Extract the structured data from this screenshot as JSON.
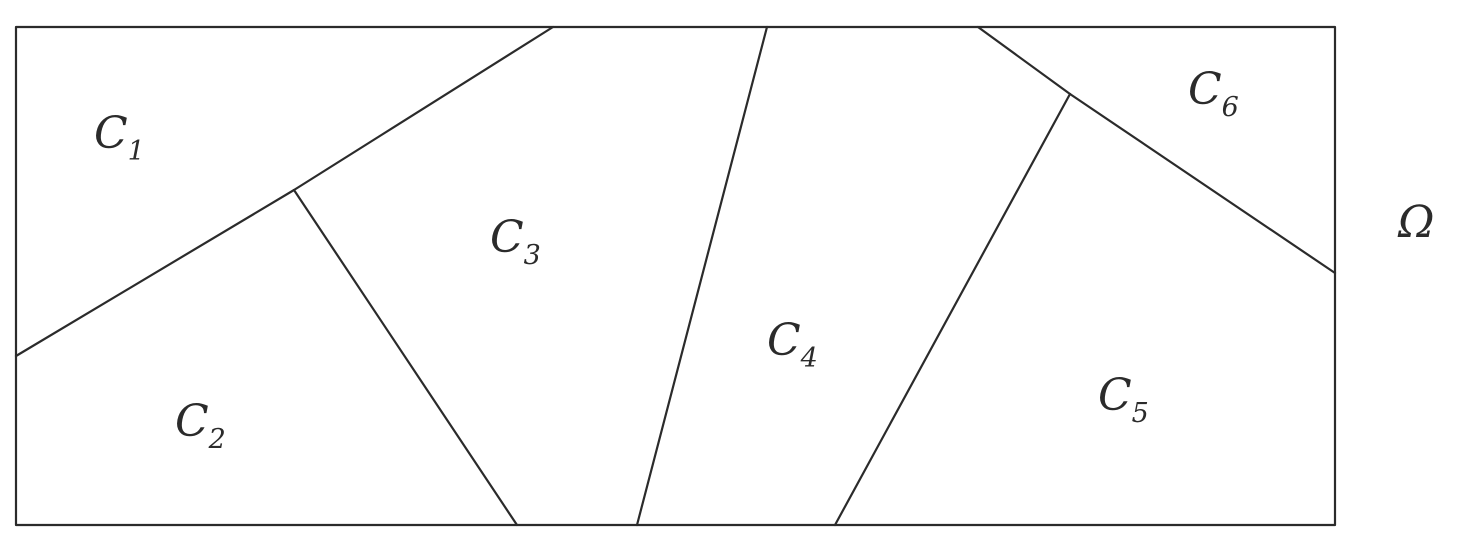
{
  "diagram": {
    "regions": [
      {
        "id": "C1",
        "letter": "C",
        "subscript": "1"
      },
      {
        "id": "C2",
        "letter": "C",
        "subscript": "2"
      },
      {
        "id": "C3",
        "letter": "C",
        "subscript": "3"
      },
      {
        "id": "C4",
        "letter": "C",
        "subscript": "4"
      },
      {
        "id": "C5",
        "letter": "C",
        "subscript": "5"
      },
      {
        "id": "C6",
        "letter": "C",
        "subscript": "6"
      }
    ],
    "domain_label": "Ω"
  }
}
